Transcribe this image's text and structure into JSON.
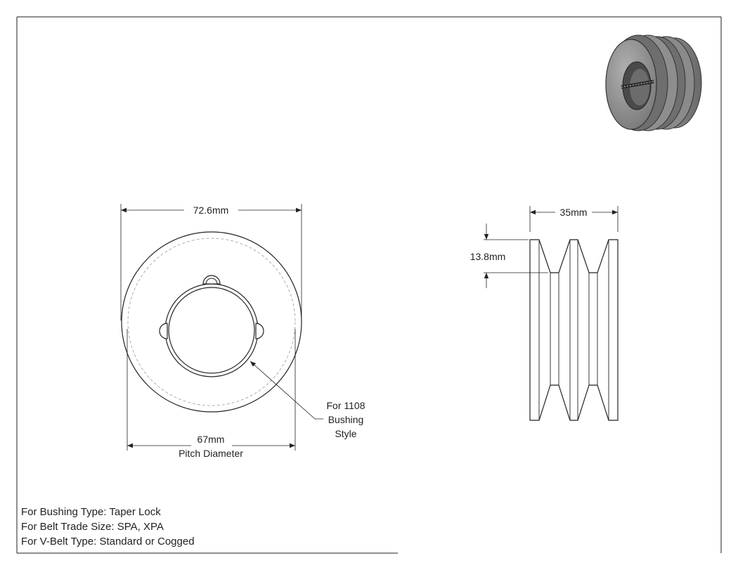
{
  "front_view": {
    "outer_diameter_label": "72.6mm",
    "pitch_diameter_value": "67mm",
    "pitch_diameter_caption": "Pitch Diameter",
    "bushing_callout": [
      "For 1108",
      "Bushing",
      "Style"
    ]
  },
  "side_view": {
    "width_label": "35mm",
    "groove_depth_label": "13.8mm"
  },
  "notes": [
    "For Bushing Type: Taper Lock",
    "For Belt Trade Size: SPA, XPA",
    "For V-Belt Type: Standard or Cogged"
  ],
  "colors": {
    "line": "#222222",
    "body_fill": "#ffffff",
    "render_dark": "#5a5a5a",
    "render_mid": "#8c8c8c",
    "render_light": "#b8b8b8"
  }
}
